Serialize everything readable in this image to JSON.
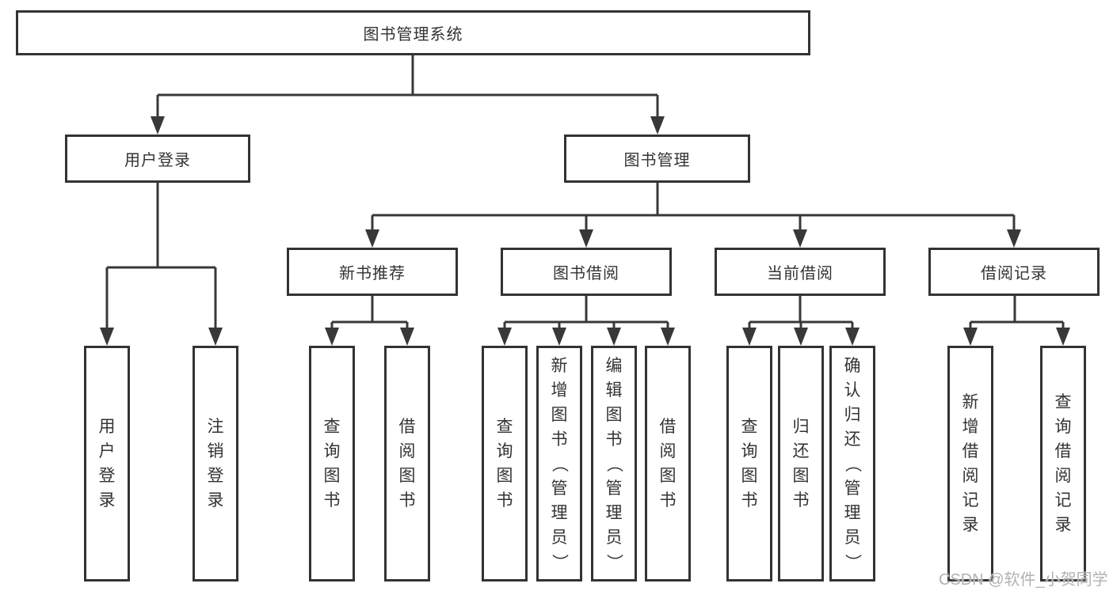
{
  "diagram": {
    "root": {
      "label": "图书管理系统"
    },
    "user_branch": {
      "label": "用户登录",
      "children": [
        {
          "label": "用户登录"
        },
        {
          "label": "注销登录"
        }
      ]
    },
    "mgmt_branch": {
      "label": "图书管理",
      "groups": [
        {
          "label": "新书推荐",
          "children": [
            {
              "label": "查询图书"
            },
            {
              "label": "借阅图书"
            }
          ]
        },
        {
          "label": "图书借阅",
          "children": [
            {
              "label": "查询图书"
            },
            {
              "label": "新增图书（管理员）"
            },
            {
              "label": "编辑图书（管理员）"
            },
            {
              "label": "借阅图书"
            }
          ]
        },
        {
          "label": "当前借阅",
          "children": [
            {
              "label": "查询图书"
            },
            {
              "label": "归还图书"
            },
            {
              "label": "确认归还（管理员）"
            }
          ]
        },
        {
          "label": "借阅记录",
          "children": [
            {
              "label": "新增借阅记录"
            },
            {
              "label": "查询借阅记录"
            }
          ]
        }
      ]
    },
    "colors": {
      "line": "#383838",
      "box_border": "#333333",
      "box_background": "#ffffff",
      "text": "#333333",
      "watermark": "#b2b2b2"
    },
    "watermark": {
      "label": "CSDN @软件_小贺同学"
    }
  }
}
